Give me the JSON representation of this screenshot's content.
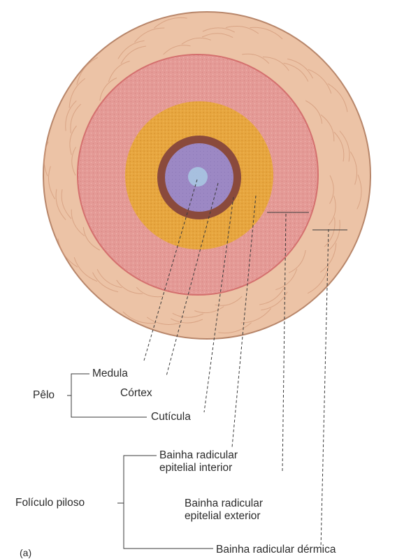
{
  "figure": {
    "panel_marker": "(a)",
    "labels": {
      "medula": "Medula",
      "cortex": "Córtex",
      "cuticula": "Cutícula",
      "pelo": "Pêlo",
      "bainha_interior_line1": "Bainha radicular",
      "bainha_interior_line2": "epitelial interior",
      "foliculo": "Folículo piloso",
      "bainha_exterior_line1": "Bainha radicular",
      "bainha_exterior_line2": "epitelial exterior",
      "bainha_dermica": "Bainha radicular dérmica"
    },
    "colors": {
      "dermal_sheath": "#ecc3a6",
      "dermal_outline": "#b8866a",
      "outer_root_sheath": "#e49a96",
      "inner_root_sheath": "#e7a63f",
      "cuticle": "#8a4a3c",
      "cortex": "#9c88c4",
      "medulla": "#a9c6e2",
      "leader_line": "#3a3a3a"
    }
  }
}
